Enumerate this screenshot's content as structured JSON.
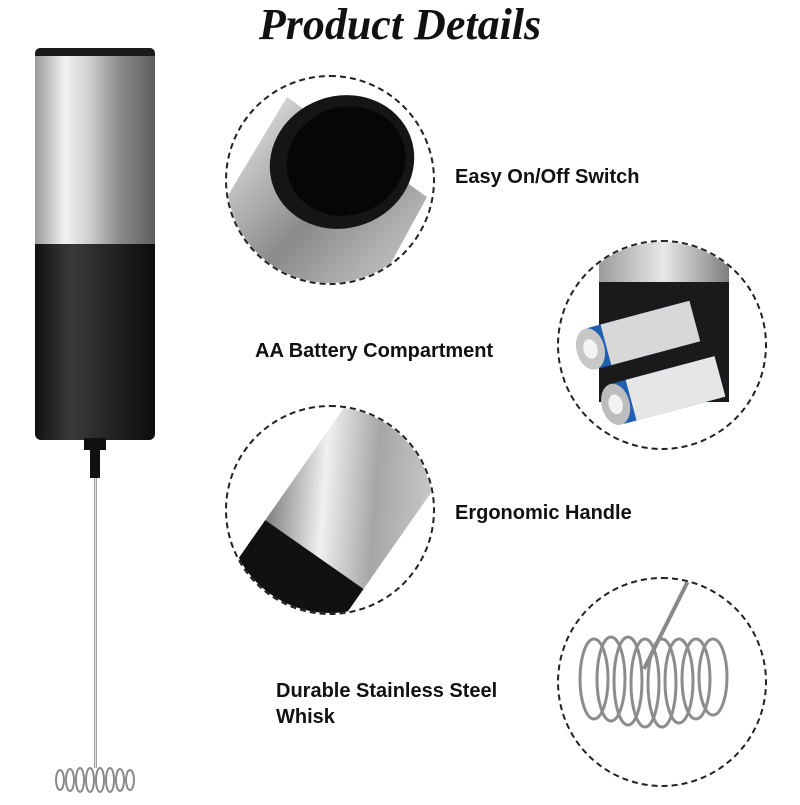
{
  "title": "Product Details",
  "features": [
    {
      "label": "Easy On/Off Switch"
    },
    {
      "label": "AA Battery Compartment"
    },
    {
      "label": "Ergonomic Handle"
    },
    {
      "label_line1": "Durable Stainless Steel",
      "label_line2": "Whisk"
    }
  ],
  "colors": {
    "steel_light": "#e6e6e6",
    "steel_dark": "#7a7a7a",
    "black_body": "#1c1c1c",
    "dashed_border": "#222222",
    "battery_blue": "#1f5fb0"
  },
  "icons": [
    "frother-product-image",
    "switch-closeup-image",
    "battery-closeup-image",
    "handle-closeup-image",
    "whisk-closeup-image"
  ]
}
